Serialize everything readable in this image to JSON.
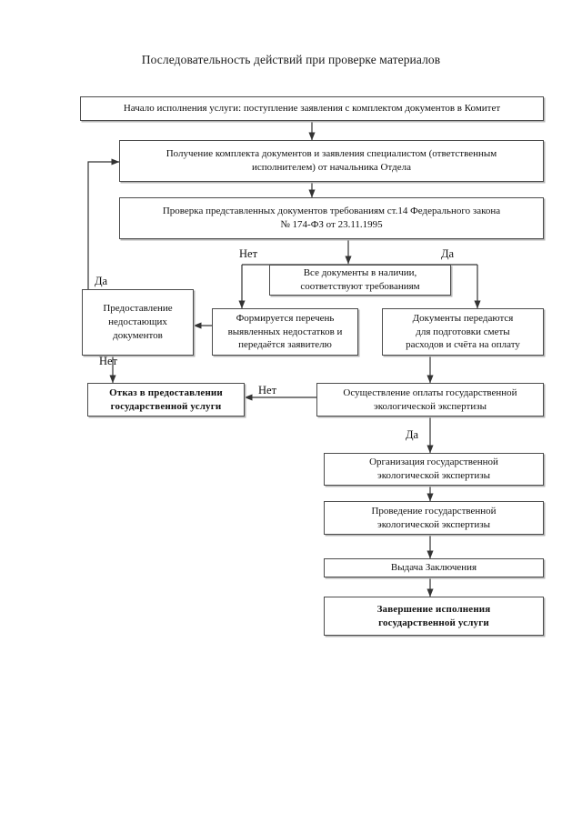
{
  "title": "Последовательность действий при проверке материалов",
  "theme": {
    "page_background": "#ffffff",
    "box_border": "#4c4c4c",
    "box_shadow": "#b4b4b4",
    "text_color": "#111111",
    "connector_color": "#333333"
  },
  "nodes": [
    {
      "id": "start",
      "text": "Начало исполнения услуги: поступление заявления с комплектом документов в Комитет",
      "bold": false
    },
    {
      "id": "receive",
      "text": "Получение комплекта документов и заявления специалистом (ответственным\nисполнителем) от начальника Отдела",
      "bold": false
    },
    {
      "id": "check",
      "text": "Проверка представленных документов требованиям ст.14 Федерального закона\n№ 174-ФЗ от 23.11.1995",
      "bold": false
    },
    {
      "id": "decision",
      "text": "Все документы в наличии,\nсоответствуют требованиям",
      "bold": false
    },
    {
      "id": "provide-missing",
      "text": "Предоставление\nнедостающих\nдокументов",
      "bold": false
    },
    {
      "id": "deficiency-list",
      "text": "Формируется перечень\nвыявленных недостатков и\nпередаётся заявителю",
      "bold": false
    },
    {
      "id": "transfer-docs",
      "text": "Документы передаются\nдля подготовки сметы\nрасходов и счёта на оплату",
      "bold": false
    },
    {
      "id": "refusal",
      "text": "Отказ в  предоставлении\nгосударственной услуги",
      "bold": true
    },
    {
      "id": "payment",
      "text": "Осуществление оплаты государственной\nэкологической экспертизы",
      "bold": false
    },
    {
      "id": "organize",
      "text": "Организация государственной\nэкологической экспертизы",
      "bold": false
    },
    {
      "id": "conduct",
      "text": "Проведение государственной\nэкологической экспертизы",
      "bold": false
    },
    {
      "id": "issue",
      "text": "Выдача Заключения",
      "bold": false
    },
    {
      "id": "finish",
      "text": "Завершение исполнения\nгосударственной услуги",
      "bold": true
    }
  ],
  "edge_labels": [
    {
      "id": "no-check",
      "text": "Нет"
    },
    {
      "id": "yes-check",
      "text": "Да"
    },
    {
      "id": "yes-loop",
      "text": "Да"
    },
    {
      "id": "no-missing",
      "text": "Нет"
    },
    {
      "id": "no-payment",
      "text": "Нет"
    },
    {
      "id": "yes-payment",
      "text": "Да"
    }
  ]
}
